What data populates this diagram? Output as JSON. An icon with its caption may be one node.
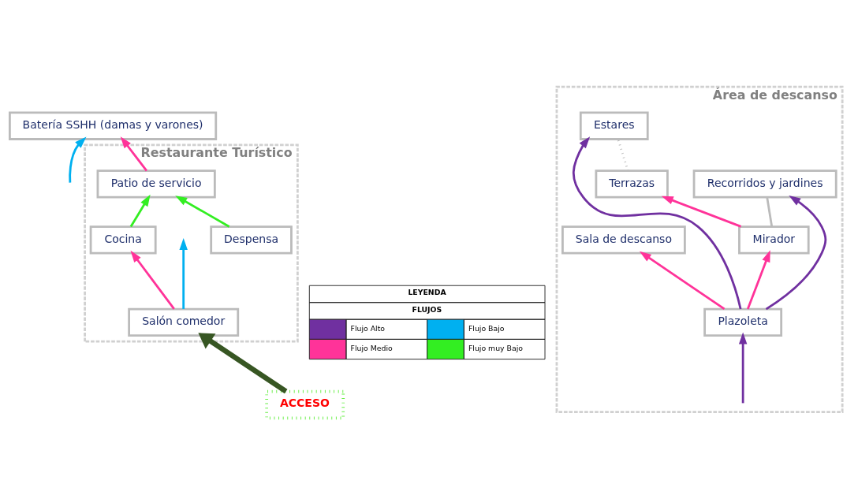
{
  "diagram": {
    "nodes": [
      {
        "text": [
          "Restaurante Turístico"
        ]
      },
      {
        "text": [
          "Patio de servicio"
        ],
        "in": 0
      },
      {
        "text": [
          "Batería SSHH (damas y varones)"
        ]
      },
      {
        "text": [
          "Despensa"
        ],
        "in": 0
      },
      {
        "text": [
          "Cocina"
        ],
        "in": 0
      },
      {
        "text": [
          "Salón comedor"
        ],
        "in": 0
      },
      {
        "text": [
          "Área de descanso"
        ]
      },
      {
        "text": [
          "Sala de descanso"
        ],
        "in": 6
      },
      {
        "text": [
          "Terrazas"
        ],
        "in": 6
      },
      {
        "text": [
          "Plazoleta"
        ],
        "in": 6
      },
      {
        "text": [
          "Mirador"
        ],
        "in": 6
      },
      {
        "text": [
          "Estares"
        ],
        "in": 6
      },
      {
        "text": [
          "Recorridos y jardines"
        ],
        "in": 6
      },
      {
        "text": [
          "ACCESO"
        ]
      }
    ],
    "edges": [
      {
        "from": 1,
        "to": 2,
        "arrow": "to"
      },
      {
        "from": null,
        "to": 2,
        "arrow": "to",
        "color": "#00b0f0"
      },
      {
        "from": 3,
        "to": 1,
        "arrow": "to",
        "color": "#33ee22"
      },
      {
        "from": 4,
        "to": 1,
        "arrow": "to",
        "color": "#33ee22"
      },
      {
        "from": 5,
        "to": 4,
        "arrow": "to"
      },
      {
        "from": 5,
        "to": null,
        "arrow": "to",
        "color": "#00b0f0"
      },
      {
        "from": 13,
        "to": 5,
        "arrow": "to",
        "style": "thick",
        "color": "#375623"
      },
      {
        "from": 9,
        "to": 7,
        "arrow": "to"
      },
      {
        "from": 10,
        "to": 8,
        "arrow": "to"
      },
      {
        "from": null,
        "to": 9,
        "arrow": "to",
        "color": "#7030a0"
      },
      {
        "from": 9,
        "to": 10,
        "arrow": "to"
      },
      {
        "from": 9,
        "to": 11,
        "arrow": "to",
        "color": "#7030a0"
      },
      {
        "from": 9,
        "to": 12,
        "arrow": "to",
        "color": "#7030a0"
      },
      {
        "from": 10,
        "to": 12,
        "arrow": "none",
        "color": "#bbbbbb"
      },
      {
        "from": 8,
        "to": 11,
        "arrow": "none",
        "style": "dashed",
        "color": "#bbbbbb"
      }
    ],
    "labels": [
      "LEYENDA",
      "FLUJOS"
    ],
    "legend": [
      {
        "text": "Flujo Alto",
        "color": "#7030a0"
      },
      {
        "text": "Flujo Bajo",
        "color": "#00b0f0"
      },
      {
        "text": "Flujo Medio",
        "color": "#ff3399"
      },
      {
        "text": "Flujo muy Bajo",
        "color": "#33ee22"
      }
    ]
  }
}
